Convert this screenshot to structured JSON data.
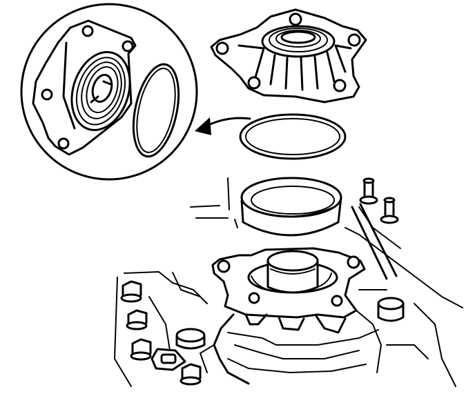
{
  "figure": {
    "type": "exploded-assembly-line-drawing",
    "callout": {
      "shape": "circle",
      "arrow": "curved-arrow-pointing-left"
    },
    "parts": [
      "bearing-retainer-cover",
      "o-ring-seal",
      "retainer-ring",
      "transmission-case",
      "case-bolts"
    ],
    "colors": {
      "line": "#000000",
      "background": "#ffffff"
    }
  }
}
